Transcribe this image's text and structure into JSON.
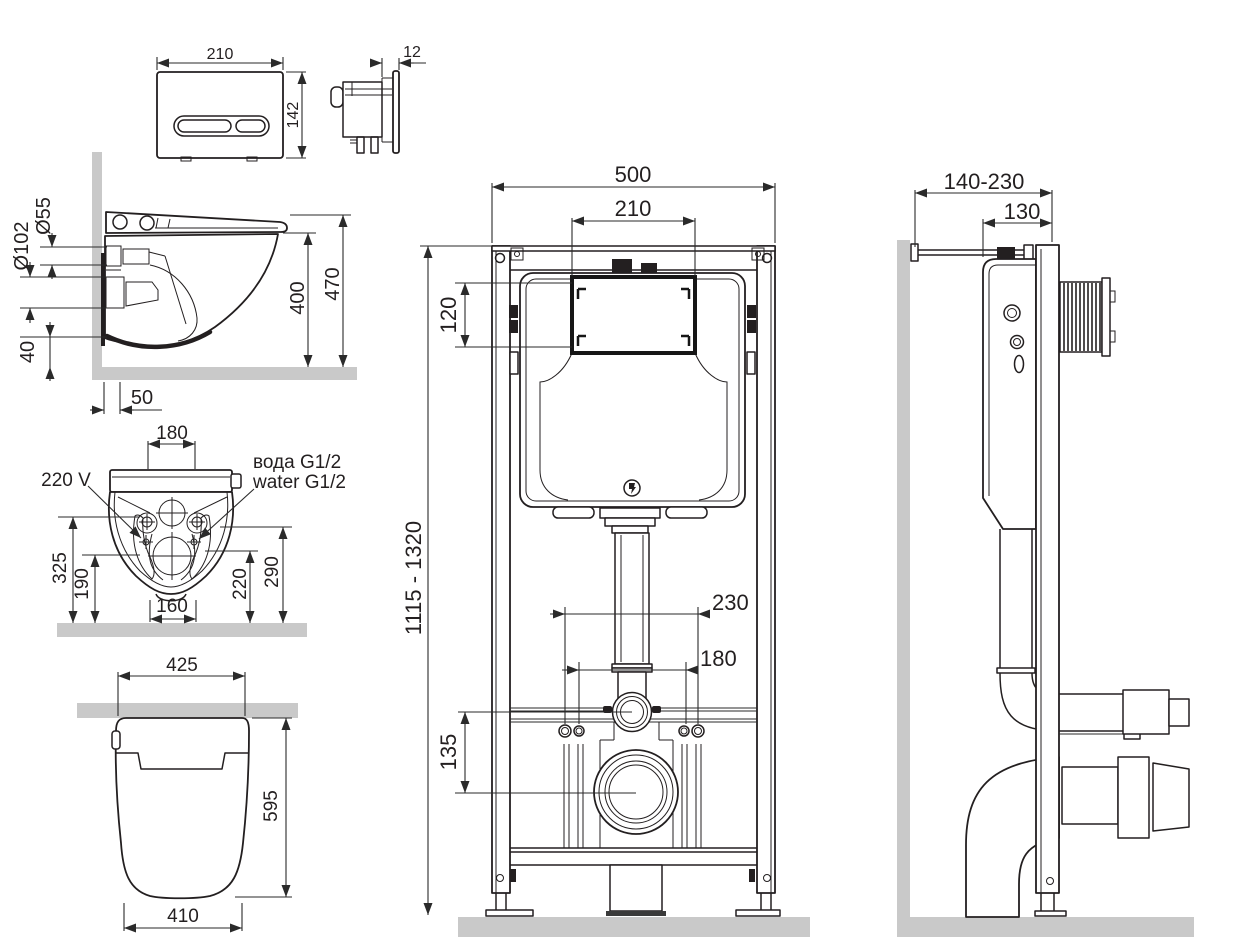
{
  "drawing": {
    "type": "technical-installation-drawing",
    "product": "wall-hung toilet with concealed cistern installation frame",
    "colors": {
      "line": "#231f20",
      "dimension": "#2a2a2a",
      "masonry": "#c9c9c9",
      "access_window_frame": "#161616",
      "background": "#ffffff"
    },
    "views": {
      "flush_plate_front": {
        "title": "flush plate front view",
        "dims": {
          "width": "210",
          "height": "142"
        }
      },
      "flush_plate_side": {
        "title": "flush plate side view",
        "dims": {
          "thickness": "12"
        }
      },
      "bowl_side": {
        "title": "bowl side view",
        "dims": {
          "inlet_diameter": "Ø55",
          "outlet_diameter": "Ø102",
          "lower_gap": "40",
          "wall_offset": "50",
          "rim_height": "400",
          "overall_height": "470"
        }
      },
      "bowl_plan": {
        "title": "bowl plan view",
        "labels": {
          "power": "220 V",
          "water_ru": "вода G1/2",
          "water_en": "water G1/2"
        },
        "dims": {
          "top_span": "180",
          "left_outer": "325",
          "left_inner": "190",
          "fixing_span": "160",
          "right_inner": "220",
          "right_outer": "290"
        }
      },
      "seat_plan": {
        "title": "seat plan view",
        "dims": {
          "front_width": "425",
          "depth": "595",
          "rear_width": "410"
        }
      },
      "frame_front": {
        "title": "installation frame front view",
        "dims": {
          "frame_width": "500",
          "window_width": "210",
          "window_height": "120",
          "height_range": "1115 - 1320",
          "span_outer": "230",
          "span_inner": "180",
          "outlet_drop": "135"
        }
      },
      "frame_side": {
        "title": "installation frame side view",
        "dims": {
          "wall_clearance": "140-230",
          "frame_depth": "130"
        }
      }
    }
  }
}
